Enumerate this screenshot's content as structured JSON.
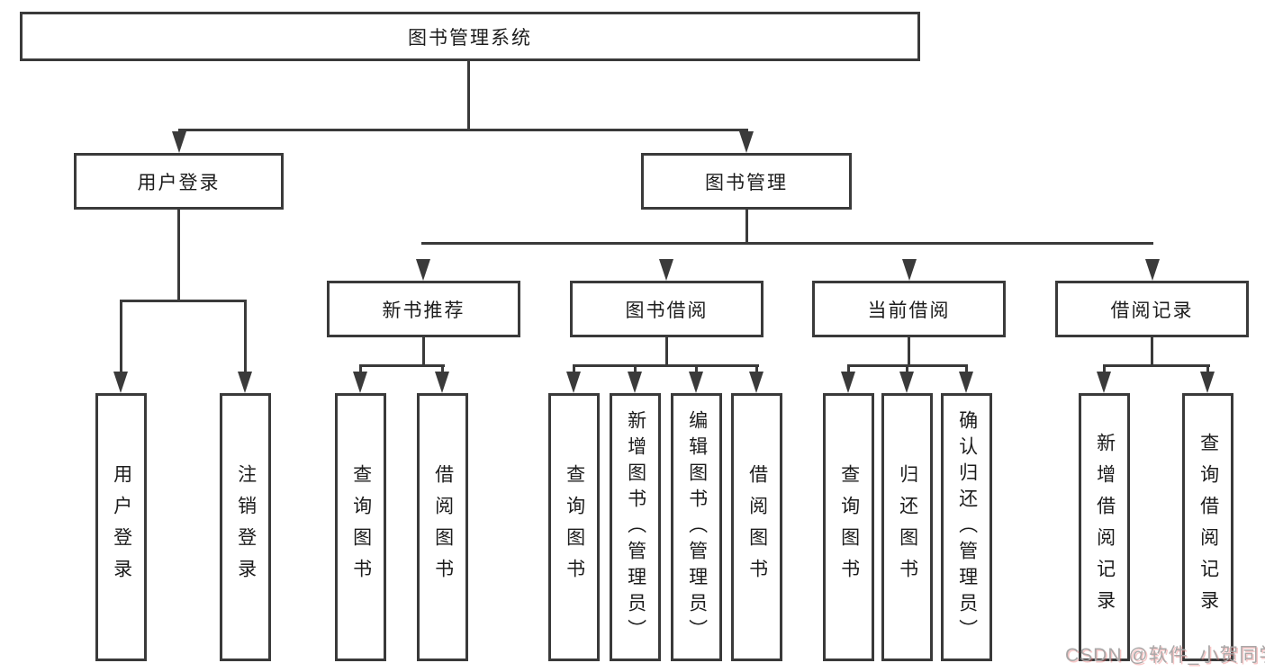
{
  "tree": {
    "root": {
      "label": "图书管理系统"
    },
    "branches": [
      {
        "label": "用户登录",
        "leaves": [
          "用户登录",
          "注销登录"
        ]
      },
      {
        "label": "图书管理",
        "groups": [
          {
            "label": "新书推荐",
            "leaves": [
              "查询图书",
              "借阅图书"
            ]
          },
          {
            "label": "图书借阅",
            "leaves": [
              "查询图书",
              "新增图书（管理员）",
              "编辑图书（管理员）",
              "借阅图书"
            ]
          },
          {
            "label": "当前借阅",
            "leaves": [
              "查询图书",
              "归还图书",
              "确认归还（管理员）"
            ]
          },
          {
            "label": "借阅记录",
            "leaves": [
              "新增借阅记录",
              "查询借阅记录"
            ]
          }
        ]
      }
    ]
  },
  "watermark": {
    "text": "CSDN @软件_小贺同学"
  },
  "colors": {
    "line": "#3a3a3a",
    "text": "#1c1c1c",
    "background": "#ffffff",
    "watermark": "#a9a7a7"
  }
}
